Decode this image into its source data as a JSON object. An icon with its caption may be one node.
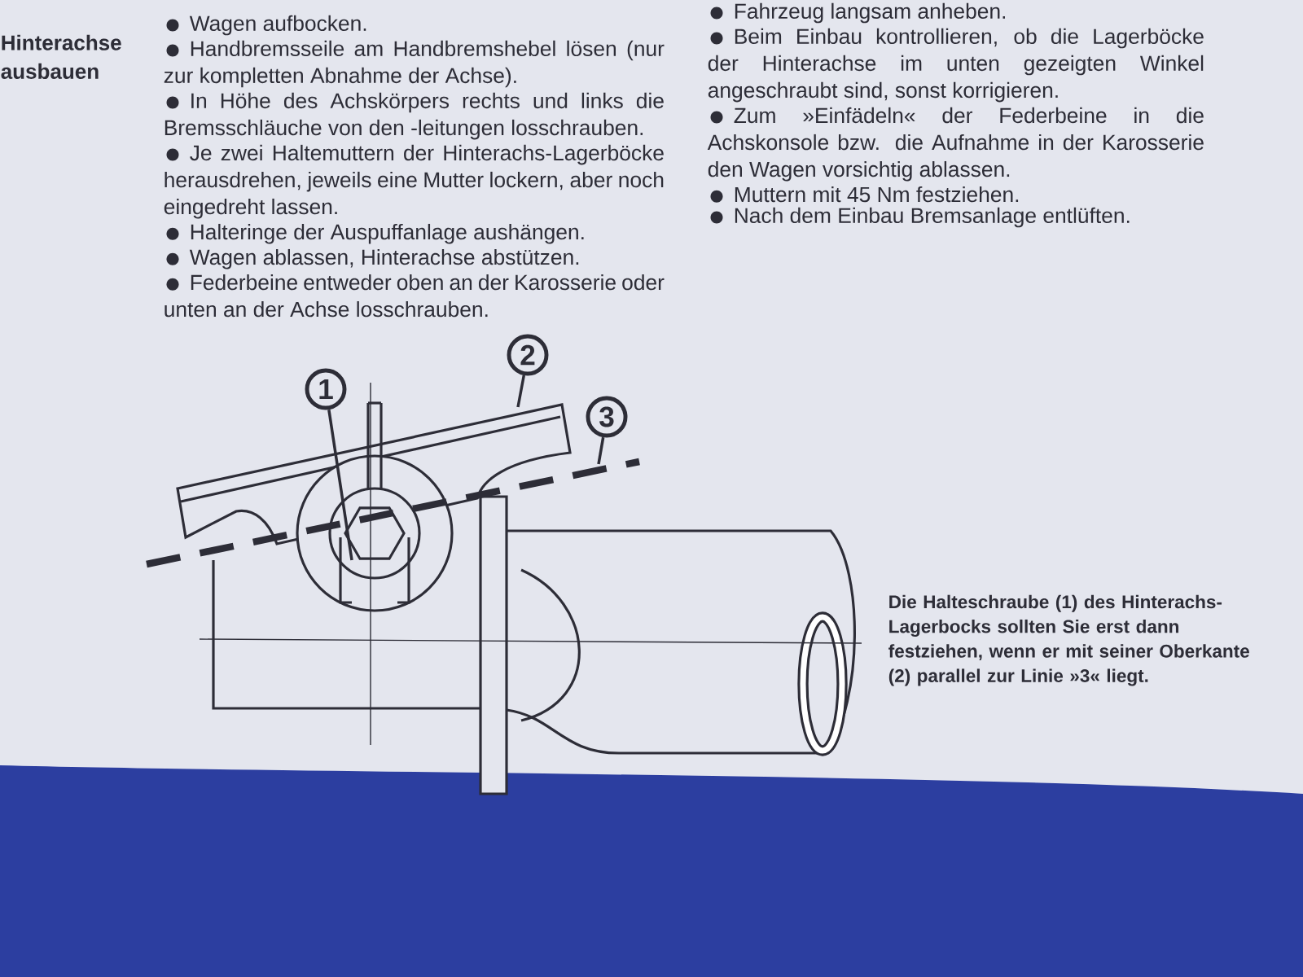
{
  "diagram": {
    "title": "Hinterachse ausbauen",
    "nodes": [
      {
        "text": [
          "1"
        ]
      },
      {
        "text": [
          "2"
        ]
      },
      {
        "text": [
          "3"
        ]
      }
    ],
    "edges": [
      {
        "from": 0,
        "to": null,
        "arrow": "none"
      },
      {
        "from": 1,
        "to": null,
        "arrow": "none"
      },
      {
        "from": 2,
        "to": null,
        "arrow": "none"
      }
    ],
    "labels": [
      "Wagen aufbocken.",
      "Handbremsseile am Handbremshebel lösen (nur zur kompletten Abnahme der Achse).",
      "In Höhe des Achskörpers rechts und links die Bremsschläuche von den -leitungen losschrauben.",
      "Je zwei Haltemuttern der Hinterachs-Lagerböcke herausdrehen, jeweils eine Mutter lockern, aber noch eingedreht lassen.",
      "Halteringe der Auspuffanlage aushängen.",
      "Wagen ablassen, Hinterachse abstützen.",
      "Federbeine entweder oben an der Karosserie oder unten an der Achse losschrauben.",
      "Fahrzeug langsam anheben.",
      "Beim Einbau kontrollieren, ob die Lagerböcke der Hinterachse im unten gezeigten Winkel angeschraubt sind, sonst korrigieren.",
      "Zum »Einfädeln« der Federbeine in die Achskonsole bzw. die Aufnahme in der Karosserie den Wagen vorsichtig ablassen.",
      "Muttern mit 45 Nm festziehen.",
      "Nach dem Einbau Bremsanlage entlüften."
    ],
    "caption": "Die Halteschraube (1) des Hinterachs-Lagerbocks sollten Sie erst dann festziehen, wenn er mit seiner Oberkante (2) parallel zur Linie »3« liegt."
  }
}
